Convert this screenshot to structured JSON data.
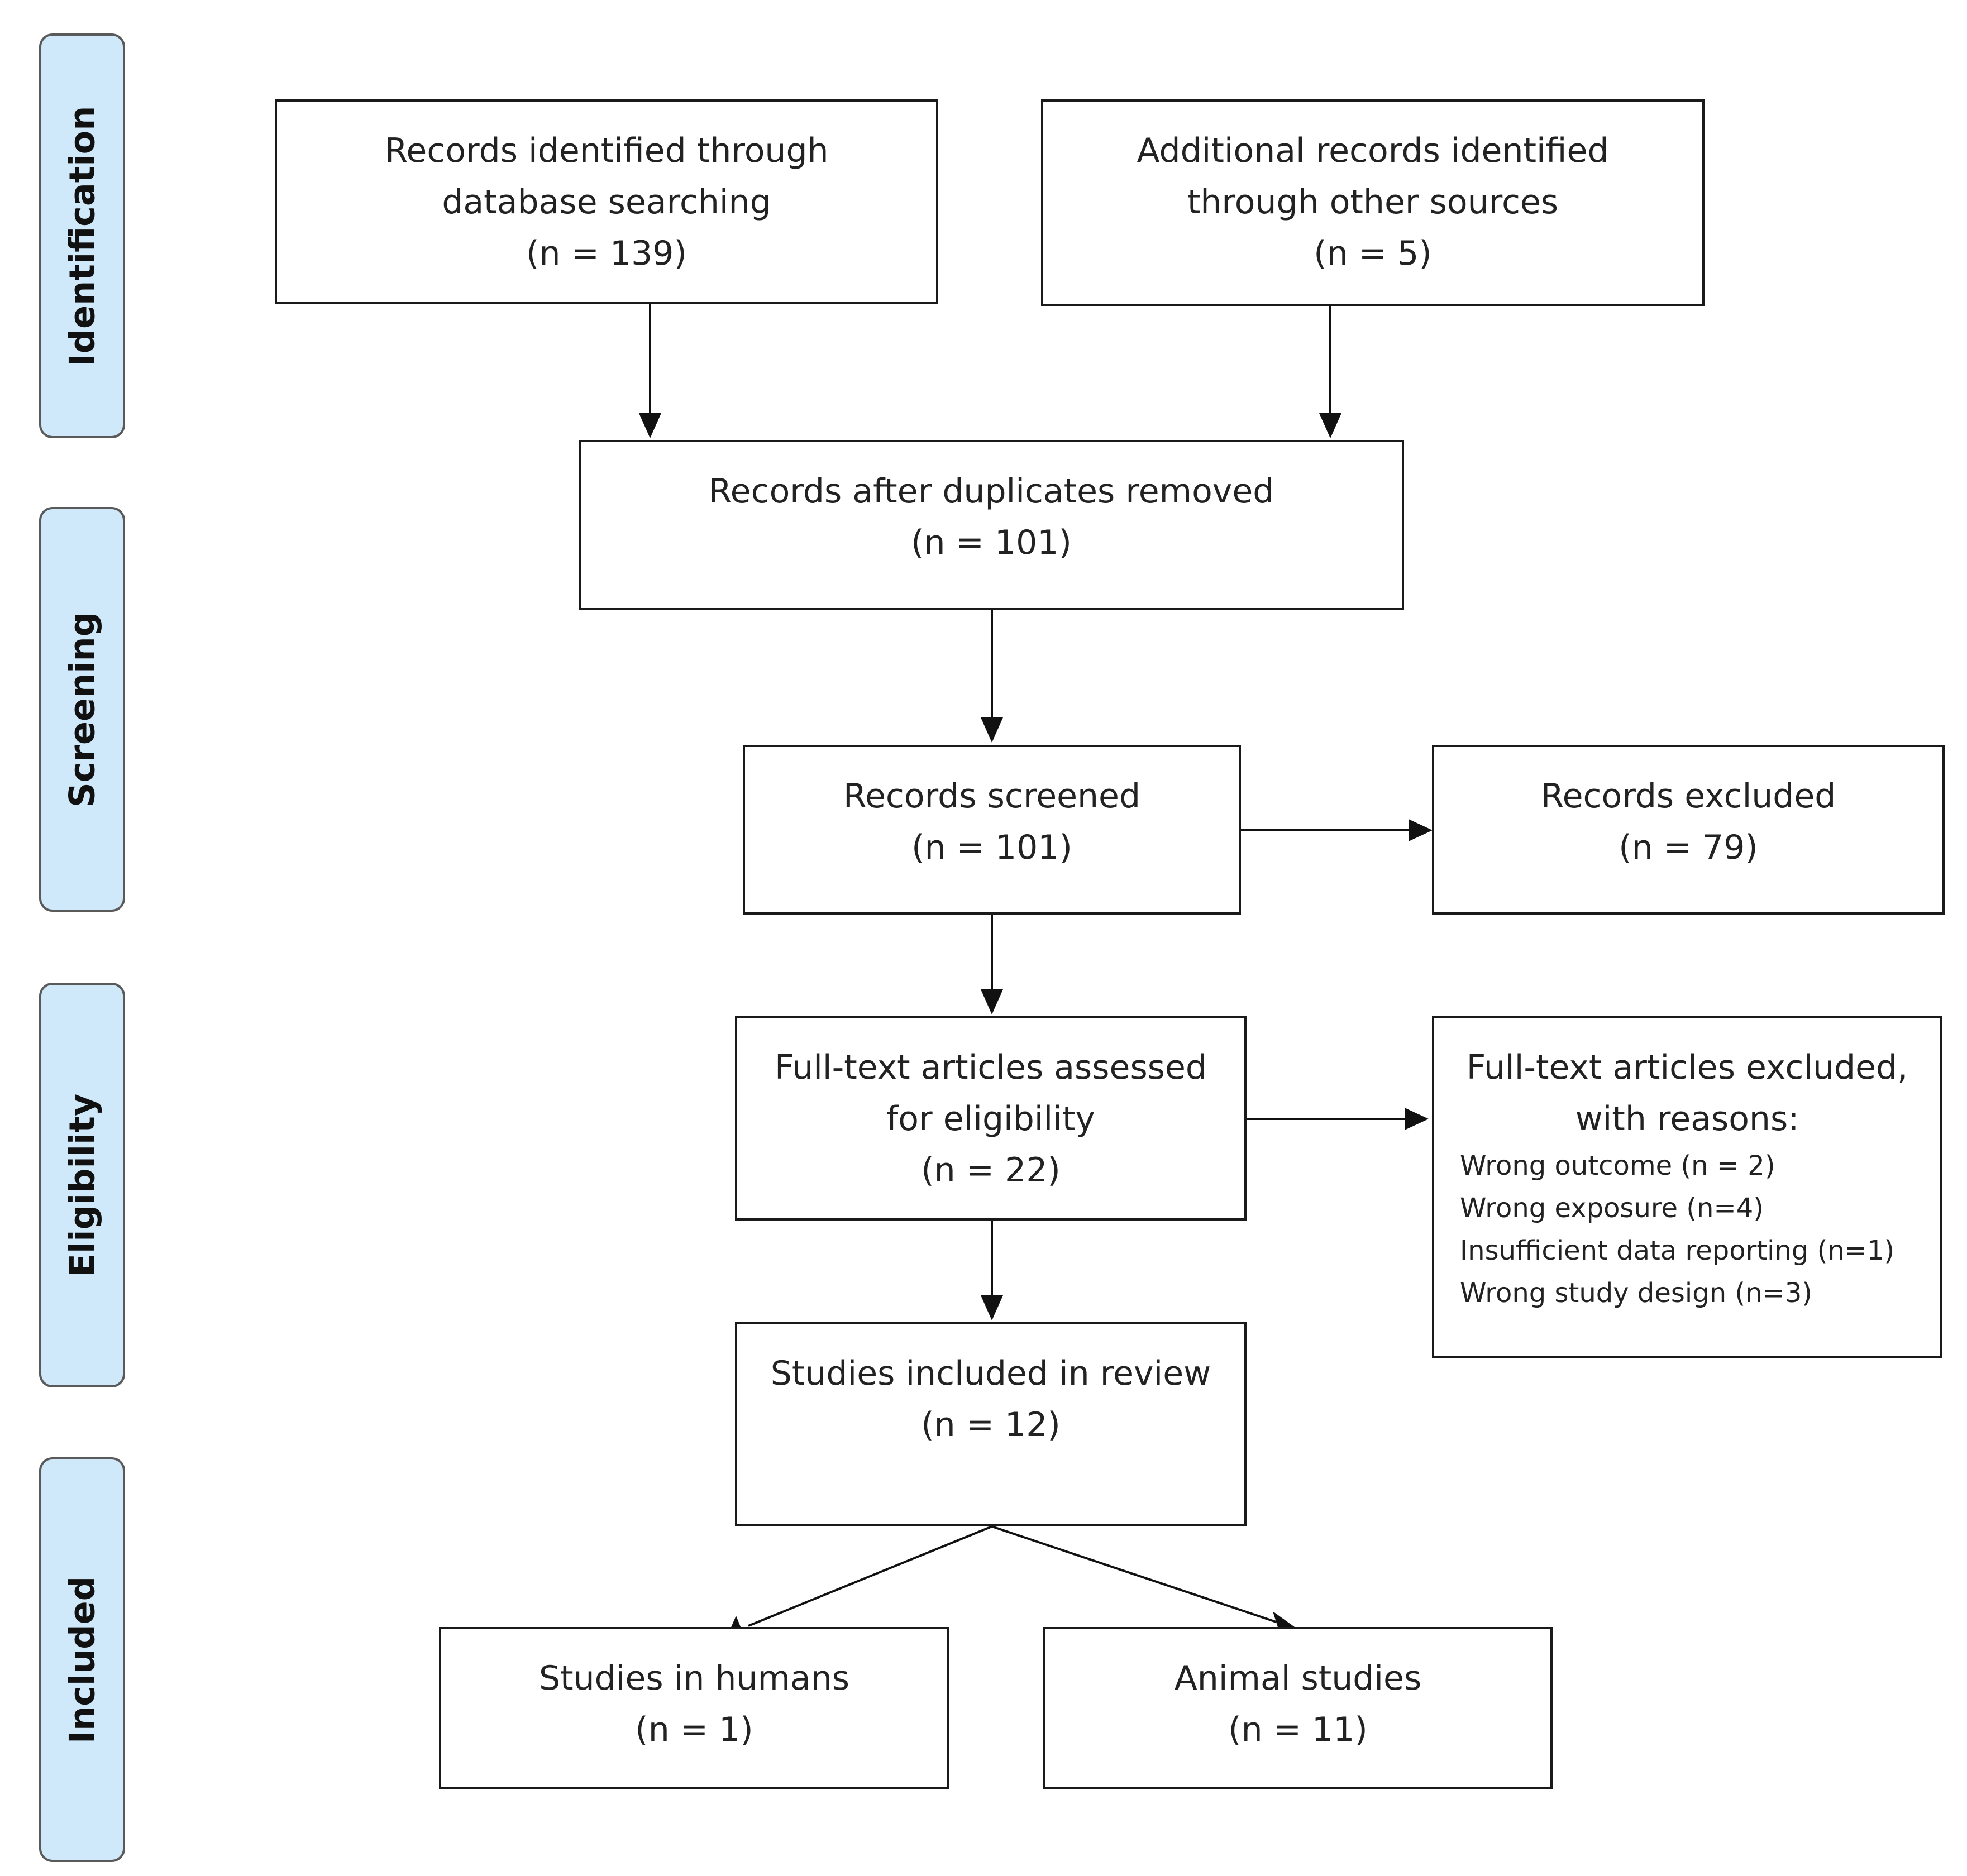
{
  "stages": {
    "identification": "Identification",
    "screening": "Screening",
    "eligibility": "Eligibility",
    "included": "Included"
  },
  "boxes": {
    "database": {
      "line1": "Records identified through",
      "line2": "database searching",
      "line3": "(n = 139)"
    },
    "other": {
      "line1": "Additional records identified",
      "line2": "through other sources",
      "line3": "(n = 5)"
    },
    "dedup": {
      "line1": "Records after duplicates removed",
      "line2": "(n = 101)"
    },
    "screened": {
      "line1": "Records screened",
      "line2": "(n = 101)"
    },
    "excluded": {
      "line1": "Records excluded",
      "line2": "(n = 79)"
    },
    "fulltext": {
      "line1": "Full-text articles assessed",
      "line2": "for eligibility",
      "line3": "(n = 22)"
    },
    "fulltext_excluded": {
      "line1": "Full-text articles excluded,",
      "line2": "with reasons:",
      "reasons": [
        "Wrong outcome (n = 2)",
        "Wrong exposure (n=4)",
        "Insufficient data reporting (n=1)",
        "Wrong study design (n=3)"
      ]
    },
    "included": {
      "line1": "Studies included in review",
      "line2": "(n = 12)"
    },
    "humans": {
      "line1": "Studies in humans",
      "line2": "(n = 1)"
    },
    "animals": {
      "line1": "Animal studies",
      "line2": "(n = 11)"
    }
  }
}
